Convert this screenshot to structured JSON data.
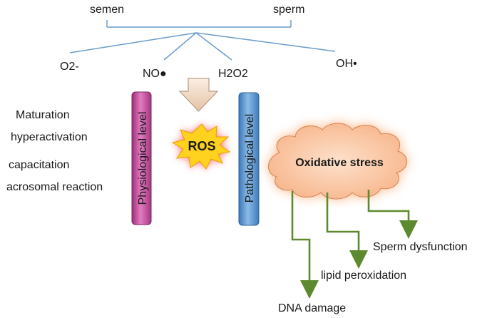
{
  "sources": {
    "semen": "semen",
    "sperm": "sperm"
  },
  "species": {
    "o2": "O2-",
    "no": "NO●",
    "h2o2": "H2O2",
    "oh": "OH•"
  },
  "physiological": {
    "bar_label": "Physiological level",
    "processes": [
      "Maturation",
      "hyperactivation",
      "capacitation",
      "acrosomal reaction"
    ]
  },
  "ros_label": "ROS",
  "pathological": {
    "bar_label": "Pathological level"
  },
  "cloud_label": "Oxidative stress",
  "outcomes": {
    "sperm_dysfunction": "Sperm dysfunction",
    "lipid_peroxidation": "lipid peroxidation",
    "dna_damage": "DNA damage"
  },
  "colors": {
    "lines": "#6a9cc9",
    "phys_bar": "#c8509a",
    "path_bar": "#5b97d2",
    "ros_burst": "#ffd21f",
    "ros_glow": "#ff5b5b",
    "cloud": "#fbc49e",
    "arrows": "#5d8a2f",
    "down_arrow": "#f5ddc9"
  }
}
